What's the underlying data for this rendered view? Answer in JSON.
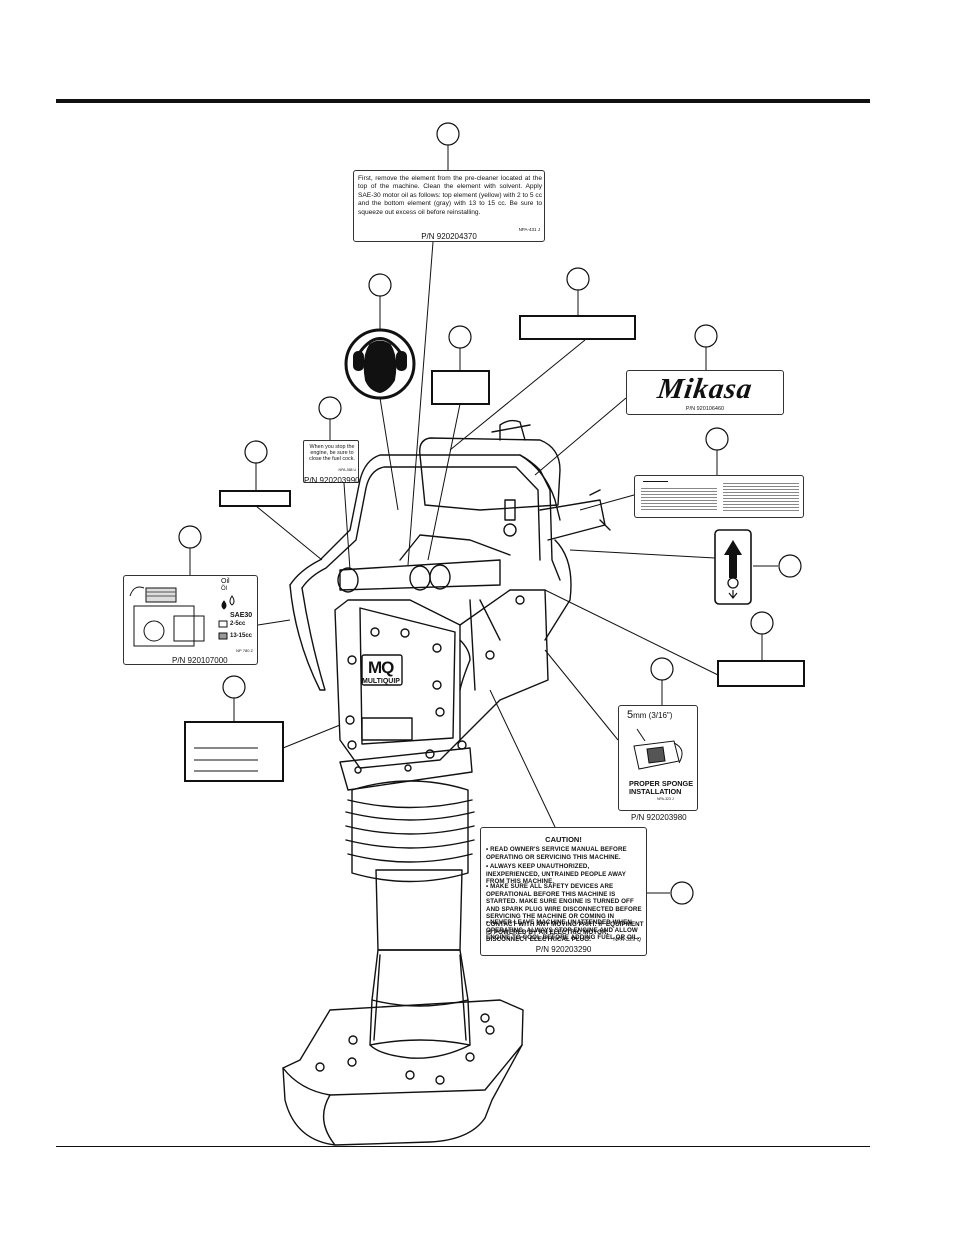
{
  "callouts": {
    "precleaner": {
      "text": "First, remove the element from the pre-cleaner located at the top of the machine. Clean the element with solvent. Apply SAE-30 motor oil as follows: top element (yellow) with 2 to 5 cc and the bottom element (gray) with 13 to 15 cc. Be sure to squeeze out excess oil before reinstalling.",
      "code": "NPA-431 J",
      "pn": "P/N 920204370"
    },
    "fuel": {
      "text": "When you stop the engine, be sure to close the fuel cock.",
      "code": "NPA-358 U",
      "pn": "P/N 920203990"
    },
    "mikasa": {
      "logo": "Mikasa",
      "pn": "P/N 920106460"
    },
    "oil": {
      "oil_label": "Oil",
      "oil_label_small": "Öl",
      "grade": "SAE30",
      "top": "2-5cc",
      "bottom": "13-15cc",
      "code": "NP 780 Z",
      "pn": "P/N 920107000"
    },
    "sponge": {
      "size": "5",
      "unit": "mm (3/16\")",
      "title": "PROPER SPONGE INSTALLATION",
      "code": "NPA-323 J",
      "pn": "P/N 920203980"
    },
    "caution": {
      "title": "CAUTION!",
      "items": [
        "• READ OWNER'S SERVICE MANUAL BEFORE OPERATING OR SERVICING THIS MACHINE.",
        "• ALWAYS KEEP UNAUTHORIZED, INEXPERIENCED, UNTRAINED PEOPLE AWAY FROM THIS MACHINE.",
        "• MAKE SURE ALL SAFETY DEVICES ARE OPERATIONAL BEFORE THIS MACHINE IS STARTED. MAKE SURE ENGINE IS TURNED OFF AND SPARK PLUG WIRE DISCONNECTED BEFORE SERVICING THE MACHINE OR COMING IN CONTACT WITH ANY MOVING PART. IF EQUIPMENT IS POWERED BY AN ELECTRIC MOTOR, DISCONNECT ELECTRICAL PLUG.",
        "• NEVER LEAVE MACHINE UNATTENDED WHEN OPERATING. ALWAYS STOP ENGINE AND ALLOW ENGINE TO COOL BEFORE ADDING FUEL OR OIL."
      ],
      "code": "NPA-329 Q",
      "pn": "P/N 920203290"
    },
    "brand": {
      "logo": "MQ",
      "name": "MULTIQUIP"
    }
  }
}
